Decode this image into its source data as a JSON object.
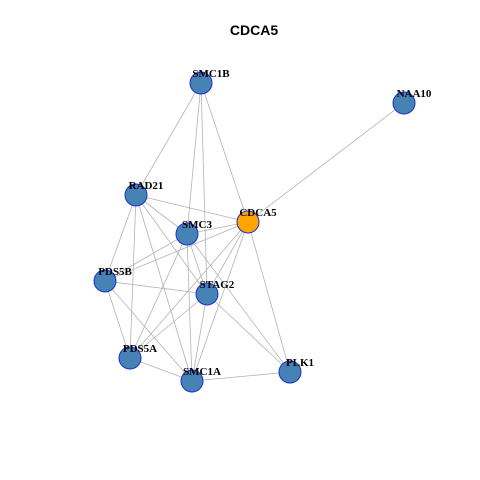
{
  "title": "CDCA5",
  "colors": {
    "node_fill": "#4682b4",
    "focus_fill": "#ffa500",
    "node_stroke": "#1a2fd6",
    "edge": "#b3b3b3"
  },
  "nodes": [
    {
      "id": "SMC1B",
      "label": "SMC1B"
    },
    {
      "id": "NAA10",
      "label": "NAA10"
    },
    {
      "id": "RAD21",
      "label": "RAD21"
    },
    {
      "id": "CDCA5",
      "label": "CDCA5",
      "focus": true
    },
    {
      "id": "SMC3",
      "label": "SMC3"
    },
    {
      "id": "PDS5B",
      "label": "PDS5B"
    },
    {
      "id": "STAG2",
      "label": "STAG2"
    },
    {
      "id": "PDS5A",
      "label": "PDS5A"
    },
    {
      "id": "SMC1A",
      "label": "SMC1A"
    },
    {
      "id": "PLK1",
      "label": "PLK1"
    }
  ],
  "edges": [
    [
      "SMC1B",
      "RAD21"
    ],
    [
      "SMC1B",
      "SMC3"
    ],
    [
      "SMC1B",
      "CDCA5"
    ],
    [
      "SMC1B",
      "STAG2"
    ],
    [
      "NAA10",
      "CDCA5"
    ],
    [
      "RAD21",
      "SMC3"
    ],
    [
      "RAD21",
      "CDCA5"
    ],
    [
      "RAD21",
      "PDS5B"
    ],
    [
      "RAD21",
      "STAG2"
    ],
    [
      "RAD21",
      "PDS5A"
    ],
    [
      "RAD21",
      "SMC1A"
    ],
    [
      "CDCA5",
      "SMC3"
    ],
    [
      "CDCA5",
      "PDS5B"
    ],
    [
      "CDCA5",
      "STAG2"
    ],
    [
      "CDCA5",
      "PDS5A"
    ],
    [
      "CDCA5",
      "SMC1A"
    ],
    [
      "CDCA5",
      "PLK1"
    ],
    [
      "SMC3",
      "PDS5B"
    ],
    [
      "SMC3",
      "STAG2"
    ],
    [
      "SMC3",
      "PDS5A"
    ],
    [
      "SMC3",
      "SMC1A"
    ],
    [
      "SMC3",
      "PLK1"
    ],
    [
      "PDS5B",
      "STAG2"
    ],
    [
      "PDS5B",
      "PDS5A"
    ],
    [
      "PDS5B",
      "SMC1A"
    ],
    [
      "STAG2",
      "PDS5A"
    ],
    [
      "STAG2",
      "SMC1A"
    ],
    [
      "STAG2",
      "PLK1"
    ],
    [
      "PDS5A",
      "SMC1A"
    ],
    [
      "SMC1A",
      "PLK1"
    ]
  ]
}
